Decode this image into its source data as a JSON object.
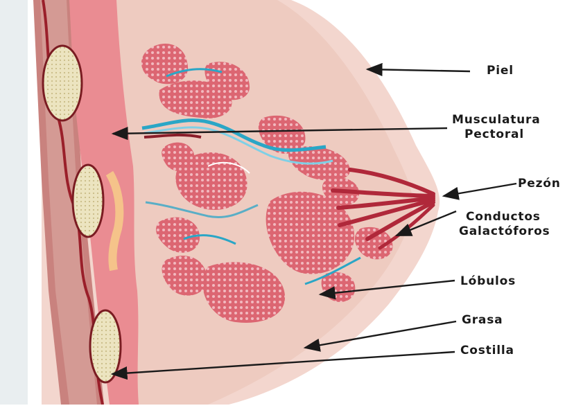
{
  "labels": {
    "piel": "Piel",
    "musculatura_line1": "Musculatura",
    "musculatura_line2": "Pectoral",
    "pezon": "Pezón",
    "conductos_line1": "Conductos",
    "conductos_line2": "Galactóforos",
    "lobulos": "Lóbulos",
    "grasa": "Grasa",
    "costilla": "Costilla"
  },
  "colors": {
    "skin": "#f2d4cc",
    "fat": "#ecc8bd",
    "muscle": "#e8828a",
    "lobule": "#d9606c",
    "duct_blue": "#2aa6c6",
    "rib": "#eae3bf",
    "chest_wall": "#c98a86"
  }
}
